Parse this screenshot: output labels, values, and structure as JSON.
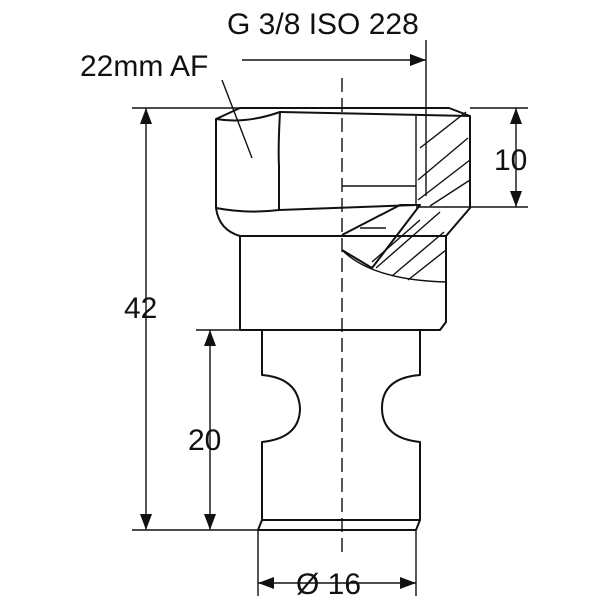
{
  "labels": {
    "thread_spec": "G 3/8 ISO 228",
    "across_flats": "22mm AF",
    "overall_length": "42",
    "thread_depth": "10",
    "spigot_length": "20",
    "spigot_diameter": "Ø 16"
  }
}
